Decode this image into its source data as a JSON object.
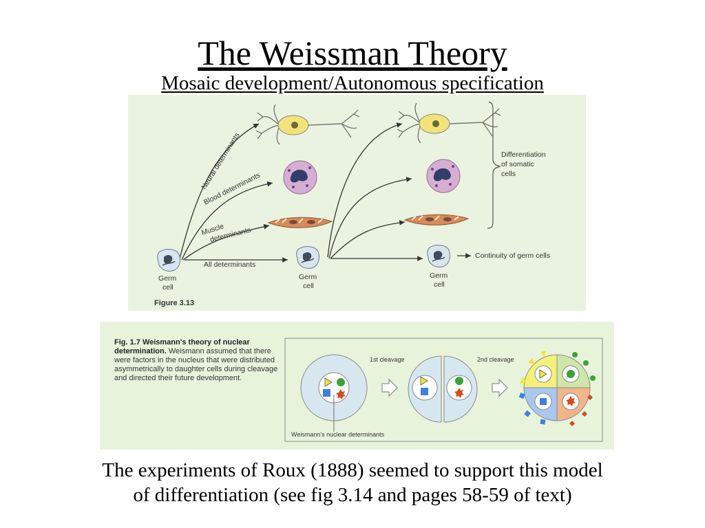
{
  "slide": {
    "title": "The Weissman Theory",
    "subtitle": "Mosaic development/Autonomous specification",
    "footer_line1": "The experiments of Roux (1888) seemed to support this model",
    "footer_line2": "of differentiation (see fig 3.14 and pages 58-59 of text)"
  },
  "figure313": {
    "label": "Figure 3.13",
    "neural": "Neural determinants",
    "blood": "Blood determinants",
    "muscle1": "Muscle",
    "muscle2": "determinants",
    "all": "All determinants",
    "germ1": "Germ",
    "germ2": "cell",
    "diff1": "Differentiation",
    "diff2": "of somatic",
    "diff3": "cells",
    "continuity": "Continuity of germ cells"
  },
  "figure17": {
    "caption_title": "Fig. 1.7  Weismann's theory of nuclear determination.",
    "caption_body": " Weismann assumed that there were factors in the nucleus that were distributed asymmetrically to daughter cells during cleavage and directed their future development.",
    "first_cleavage": "1st cleavage",
    "second_cleavage": "2nd cleavage",
    "determinants_label": "Weismann's nuclear determinants"
  },
  "colors": {
    "fig_bg": "#eaf3df",
    "neuron": "#f2e27a",
    "blood": "#d7aed3",
    "muscle": "#d98a57",
    "quad_yellow": "#f4f07a",
    "quad_green": "#cfe6a8",
    "quad_blue": "#a9c8ef",
    "quad_orange": "#f1b58a",
    "marker_green": "#3aa23a",
    "marker_blue": "#3f7fe0",
    "marker_red": "#d8491d",
    "marker_yellow": "#f2e53a"
  }
}
